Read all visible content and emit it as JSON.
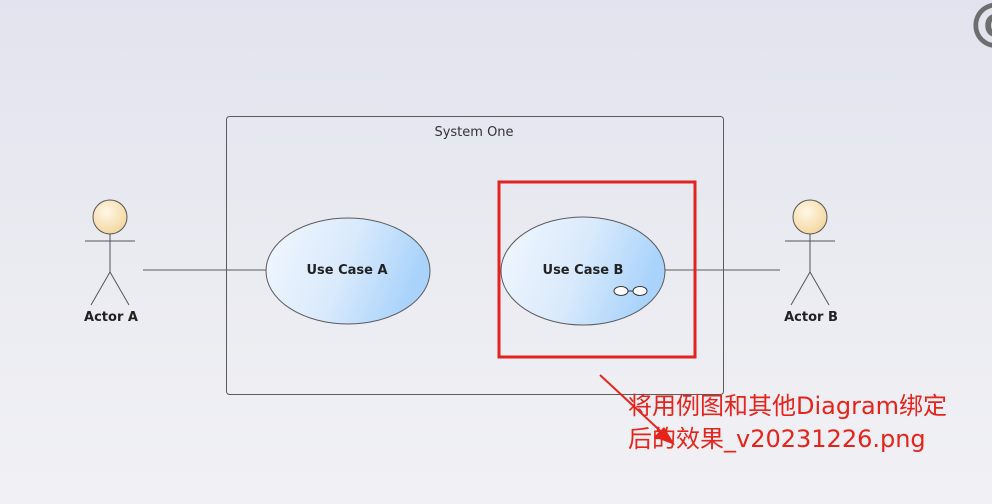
{
  "diagram": {
    "system": {
      "title": "System One"
    },
    "actors": [
      {
        "id": "actor-a",
        "label": "Actor A"
      },
      {
        "id": "actor-b",
        "label": "Actor B"
      }
    ],
    "use_cases": [
      {
        "id": "use-case-a",
        "label": "Use Case A"
      },
      {
        "id": "use-case-b",
        "label": "Use Case B",
        "has_link_icon": true
      }
    ],
    "associations": [
      {
        "from": "Actor A",
        "to": "Use Case A"
      },
      {
        "from": "Use Case B",
        "to": "Actor B"
      }
    ]
  },
  "annotation": {
    "line1": "将用例图和其他Diagram绑定",
    "line2": "后的效果_v20231226.png",
    "color": "#e8231b"
  },
  "colors": {
    "actor_head": "#fde9c4",
    "use_case_fill_start": "#eef4fd",
    "use_case_fill_end": "#a9d3fb",
    "highlight": "#e32222"
  }
}
